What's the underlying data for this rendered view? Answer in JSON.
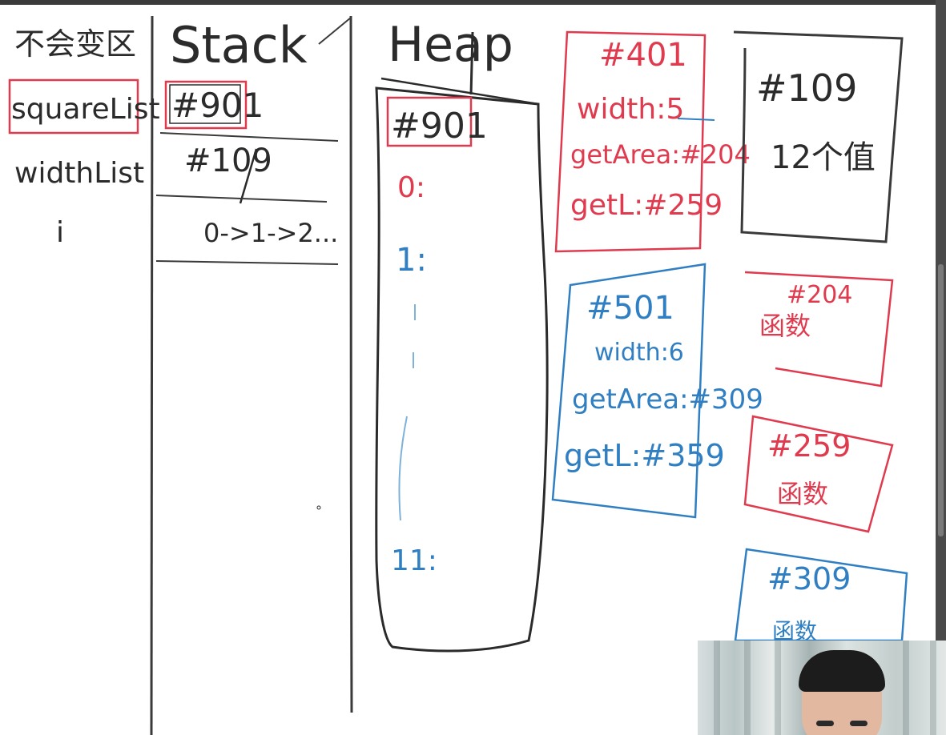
{
  "colors": {
    "ink": "#2b2b2b",
    "red": "#e03a4e",
    "blue": "#2f7fc2"
  },
  "columns": {
    "left_heading": "不会变区",
    "stack_heading": "Stack",
    "heap_heading": "Heap"
  },
  "variables": [
    {
      "name": "squareList"
    },
    {
      "name": "widthList"
    },
    {
      "name": "i"
    }
  ],
  "stack": {
    "cells": [
      "#901",
      "#109",
      "0->1->2..."
    ]
  },
  "heap_array": {
    "address": "#901",
    "indices": [
      "0:",
      "1:",
      "11:"
    ]
  },
  "objects": [
    {
      "address": "#401",
      "lines": [
        "width:5",
        "getArea:#204",
        "getL:#259"
      ],
      "color": "red"
    },
    {
      "address": "#501",
      "lines": [
        "width:6",
        "getArea:#309",
        "getL:#359"
      ],
      "color": "blue"
    }
  ],
  "widths_array": {
    "address": "#109",
    "note": "12个值"
  },
  "functions": [
    {
      "address": "#204",
      "note": "函数",
      "color": "red"
    },
    {
      "address": "#259",
      "note": "函数",
      "color": "red"
    },
    {
      "address": "#309",
      "note": "函数",
      "color": "blue"
    }
  ],
  "webcam": {
    "icon": "person-webcam-icon"
  }
}
